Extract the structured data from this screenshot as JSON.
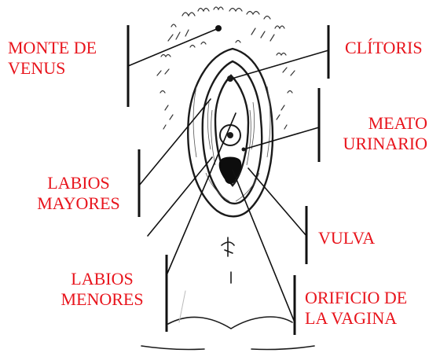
{
  "colors": {
    "label_text": "#e8141c",
    "ink": "#1a1a1a",
    "shading": "#555555",
    "background": "#ffffff"
  },
  "labels": {
    "monte_de_venus": {
      "line1": "MONTE  DE",
      "line2": "VENUS"
    },
    "clitoris": {
      "line1": "CLÍTORIS"
    },
    "meato_urinario": {
      "line1": "MEATO",
      "line2": "URINARIO"
    },
    "labios_mayores": {
      "line1": "LABIOS",
      "line2": "MAYORES"
    },
    "vulva": {
      "line1": "VULVA"
    },
    "labios_menores": {
      "line1": "LABIOS",
      "line2": "MENORES"
    },
    "orificio_de_la_vagina": {
      "line1": "ORIFICIO DE",
      "line2": "LA VAGINA"
    }
  }
}
